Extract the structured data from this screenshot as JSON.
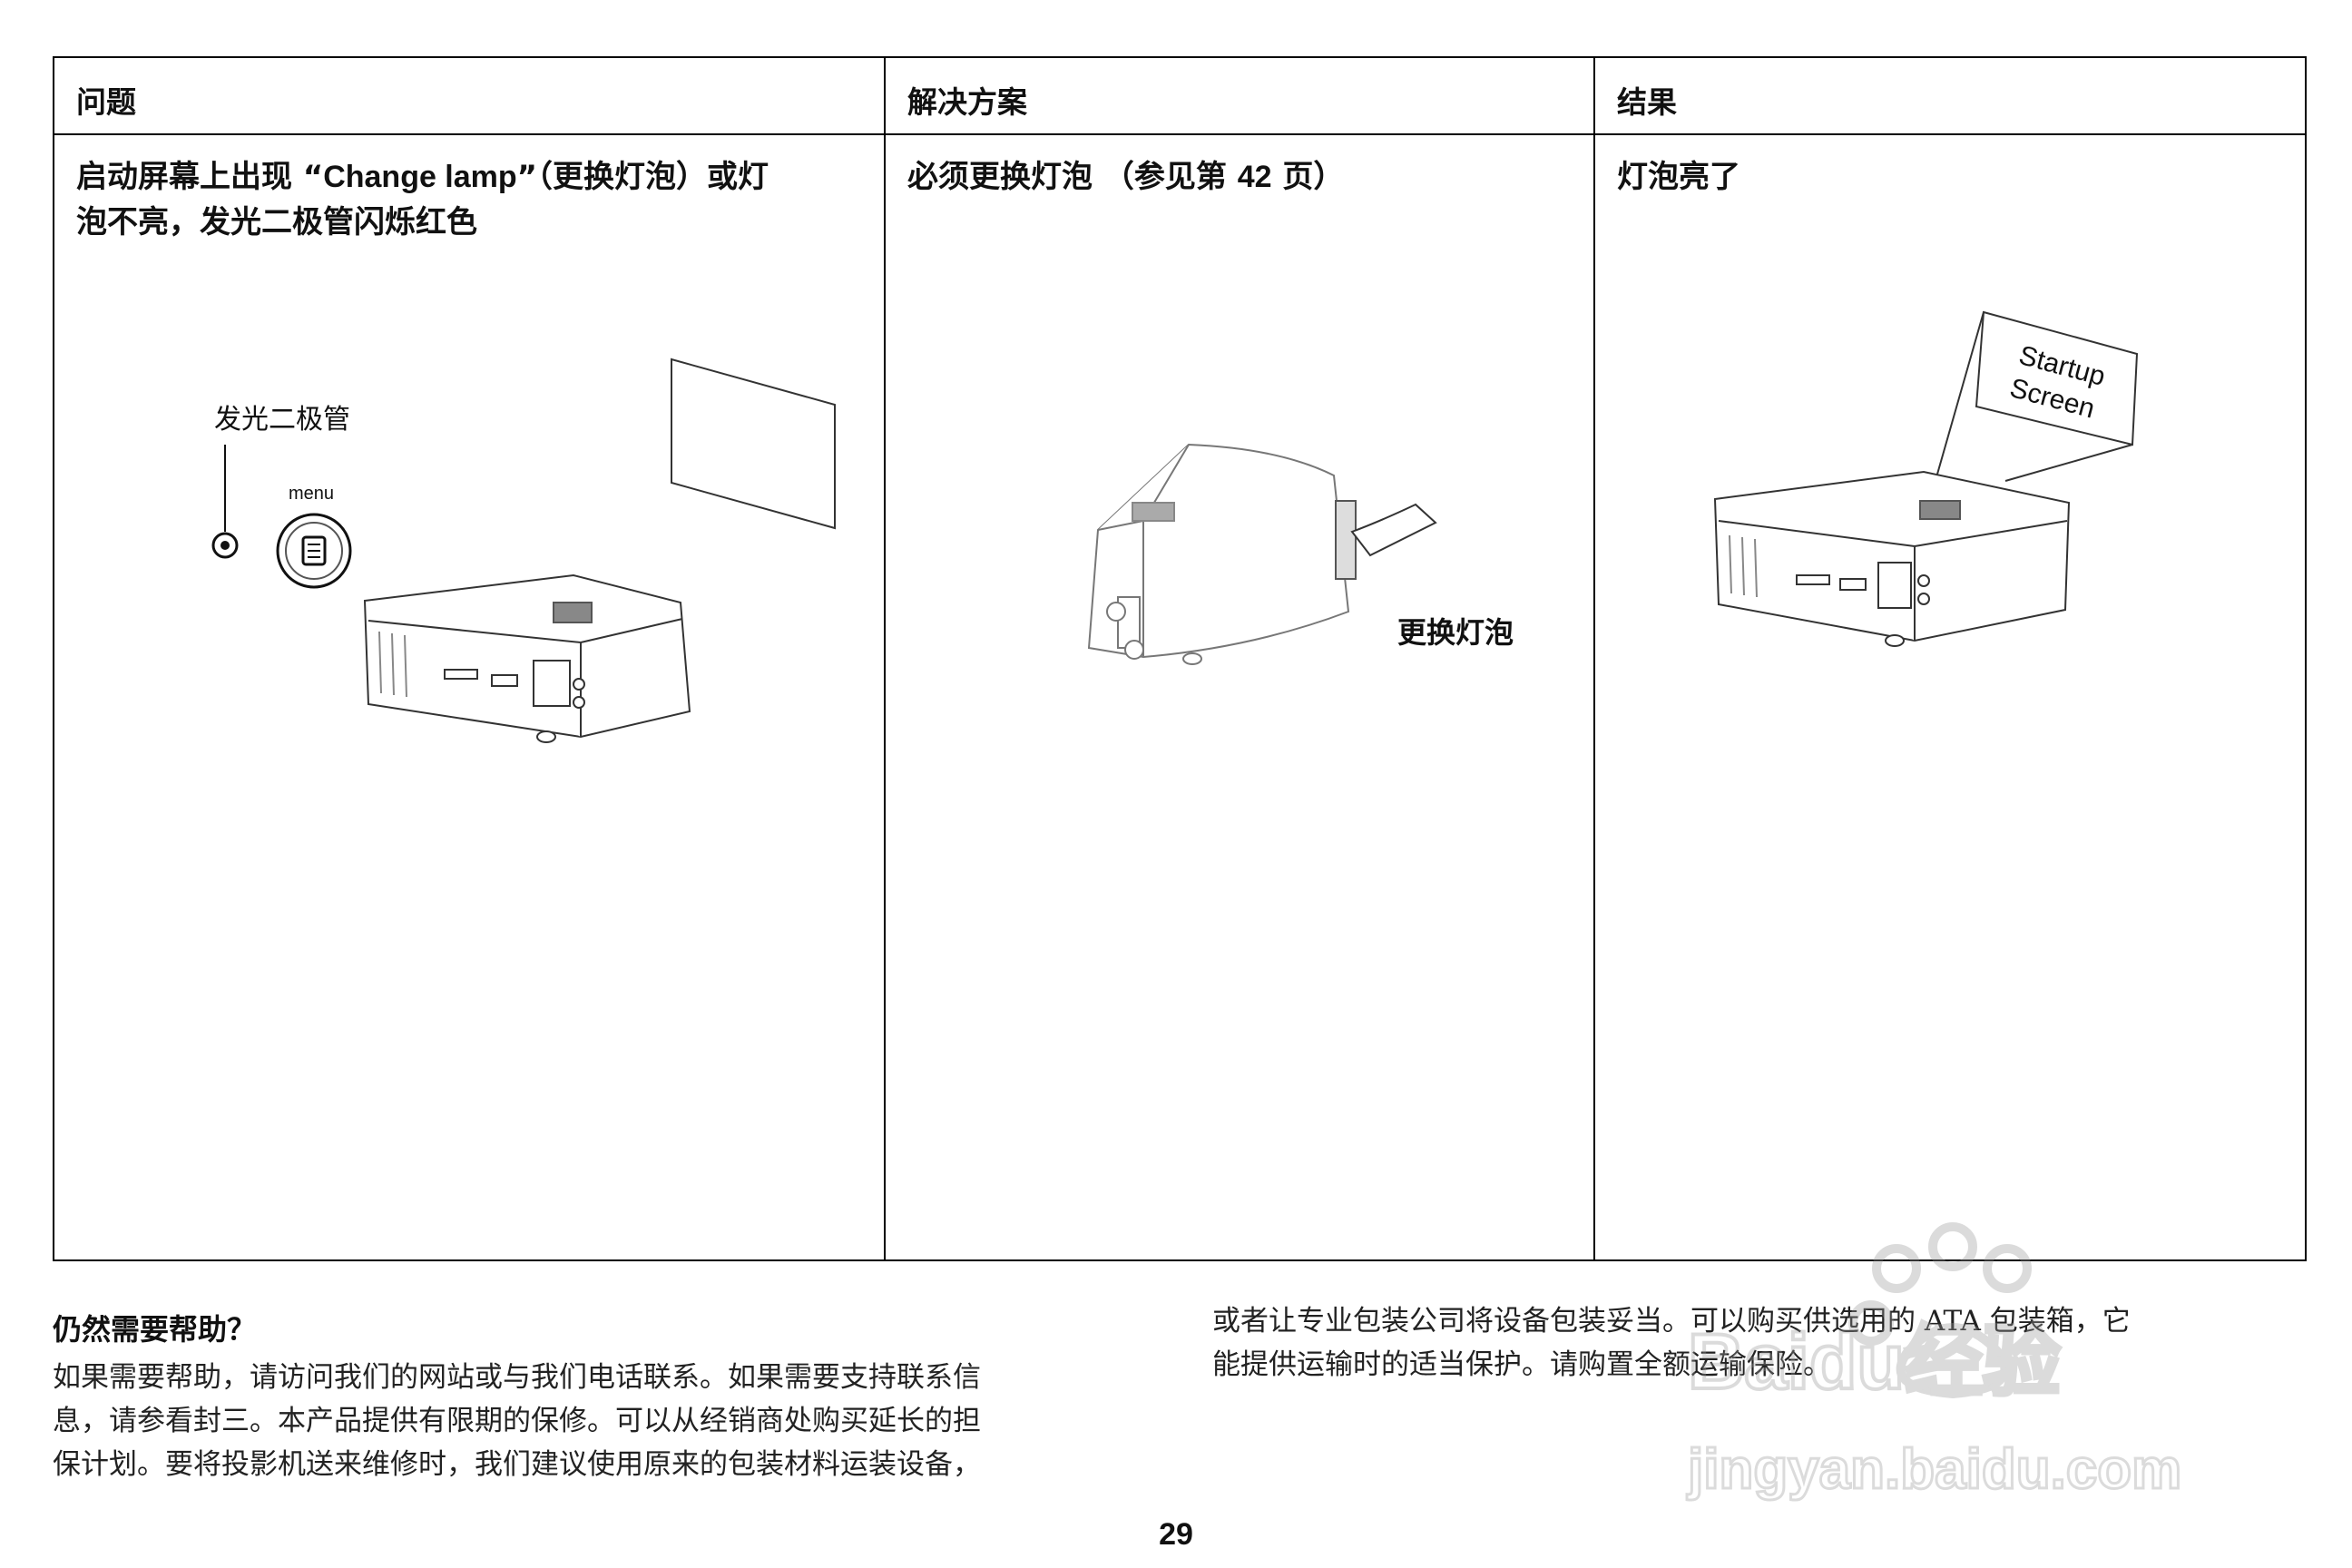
{
  "table": {
    "headers": [
      "问题",
      "解决方案",
      "结果"
    ],
    "problem": {
      "line1_prefix": "启动屏幕上出现 “",
      "line1_bold": "Change lamp",
      "line1_suffix": "”（更换灯泡）或灯",
      "line2": "泡不亮，发光二极管闪烁红色",
      "led_label": "发光二极管",
      "menu_label": "menu"
    },
    "solution": {
      "text_prefix": "必须更换灯泡 （参见第 ",
      "text_bold": "42",
      "text_suffix": " 页）",
      "illus_label": "更换灯泡"
    },
    "result": {
      "text": "灯泡亮了",
      "screen_line1": "Startup",
      "screen_line2": "Screen"
    }
  },
  "help": {
    "title": "仍然需要帮助？",
    "left_lines": [
      "如果需要帮助，请访问我们的网站或与我们电话联系。如果需要支持联系信",
      "息，请参看封三。本产品提供有限期的保修。可以从经销商处购买延长的担",
      "保计划。要将投影机送来维修时，我们建议使用原来的包装材料运装设备，"
    ],
    "right_lines": [
      "或者让专业包装公司将设备包装妥当。可以购买供选用的 ATA 包装箱，它",
      "能提供运输时的适当保护。请购置全额运输保险。"
    ]
  },
  "page_number": "29",
  "watermark": {
    "line1": "Baidu经验",
    "line2": "jingyan.baidu.com"
  }
}
